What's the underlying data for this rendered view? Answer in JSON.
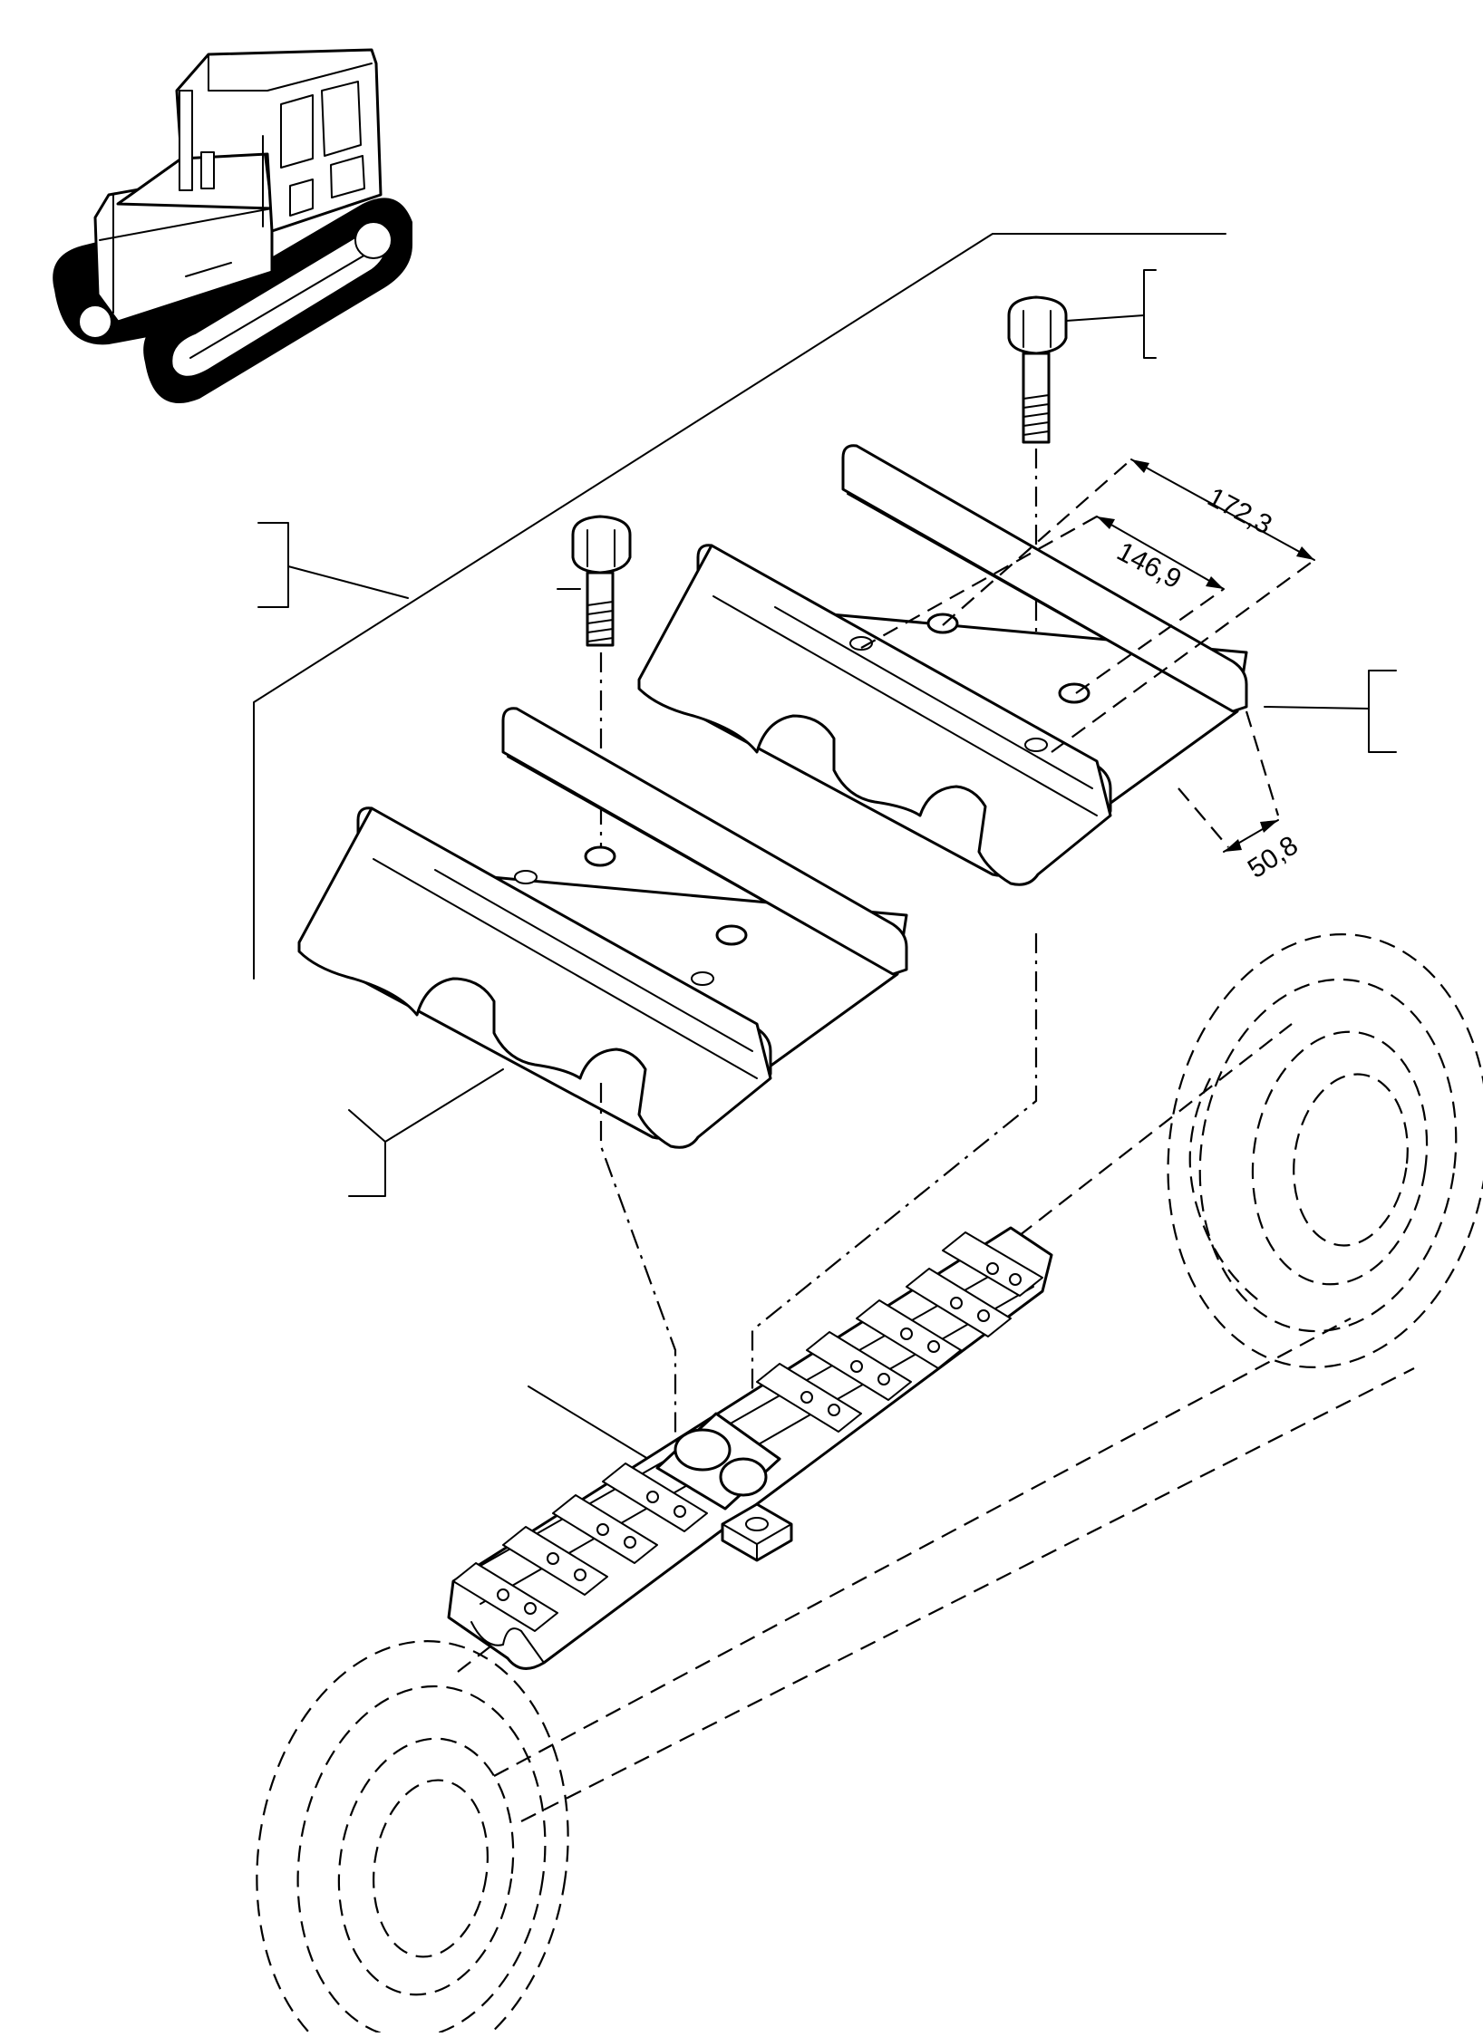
{
  "dimensions": {
    "outer_width": "172,3",
    "hole_spacing": "146,9",
    "hole_offset": "50,8"
  },
  "icons": {
    "tractor": "crawler-tractor-icon",
    "bolt": "hex-bolt-icon",
    "nut": "square-nut-icon",
    "shoe": "track-shoe-icon",
    "chain": "track-chain-icon"
  }
}
